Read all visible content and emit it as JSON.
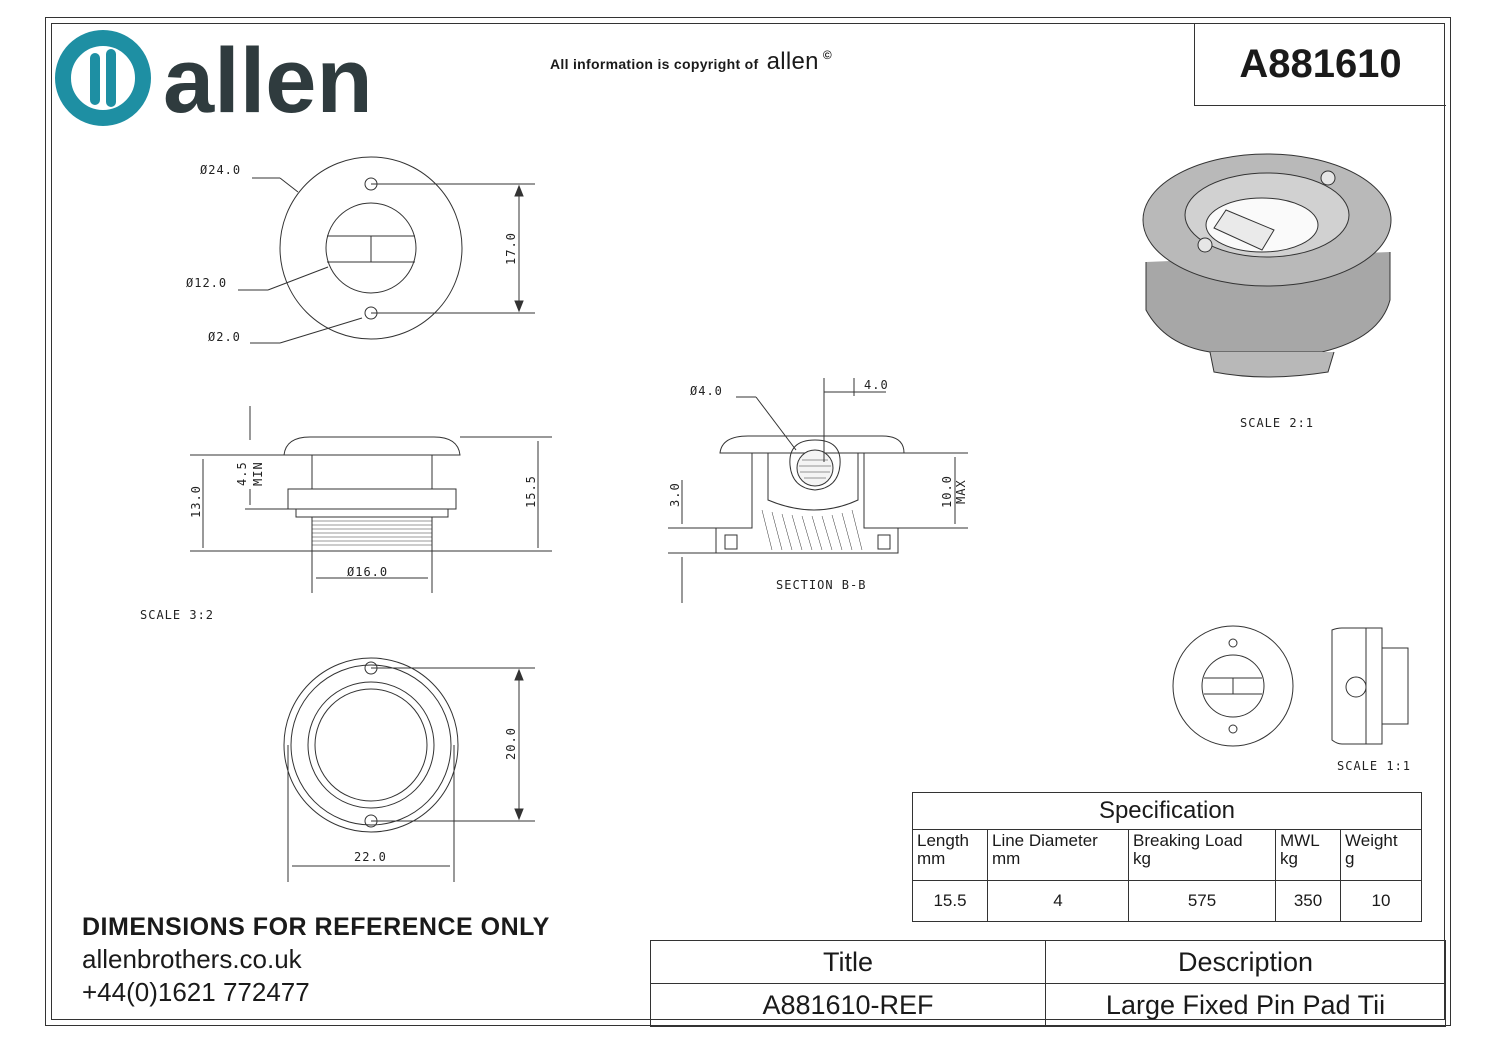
{
  "header": {
    "copyright_text": "All information is copyright of",
    "copyright_brand": "allen",
    "copyright_symbol": "©",
    "logo_text": "allen",
    "part_number": "A881610"
  },
  "colors": {
    "logo_teal": "#1e8fa3",
    "logo_text": "#2f3b3e",
    "line": "#333333"
  },
  "drawing": {
    "dims": {
      "d24": "Ø24.0",
      "d12": "Ø12.0",
      "d2": "Ø2.0",
      "h17": "17.0",
      "h45": "4.5",
      "min": "MIN",
      "h13": "13.0",
      "h155": "15.5",
      "d16": "Ø16.0",
      "d4": "Ø4.0",
      "w4": "4.0",
      "h3": "3.0",
      "h10": "10.0",
      "max": "MAX",
      "h20": "20.0",
      "w22": "22.0"
    },
    "section_label": "SECTION B-B",
    "scale_32": "SCALE 3:2",
    "scale_21": "SCALE 2:1",
    "scale_11": "SCALE 1:1"
  },
  "specification": {
    "title": "Specification",
    "columns": [
      {
        "name": "Length",
        "unit": "mm",
        "value": "15.5"
      },
      {
        "name": "Line Diameter",
        "unit": "mm",
        "value": "4"
      },
      {
        "name": "Breaking Load",
        "unit": "kg",
        "value": "575"
      },
      {
        "name": "MWL",
        "unit": "kg",
        "value": "350"
      },
      {
        "name": "Weight",
        "unit": "g",
        "value": "10"
      }
    ]
  },
  "reference": {
    "disclaimer": "DIMENSIONS FOR REFERENCE ONLY",
    "website": "allenbrothers.co.uk",
    "phone": "+44(0)1621 772477"
  },
  "title_block": {
    "title_header": "Title",
    "description_header": "Description",
    "title_value": "A881610-REF",
    "description_value": "Large Fixed Pin Pad Tii"
  }
}
